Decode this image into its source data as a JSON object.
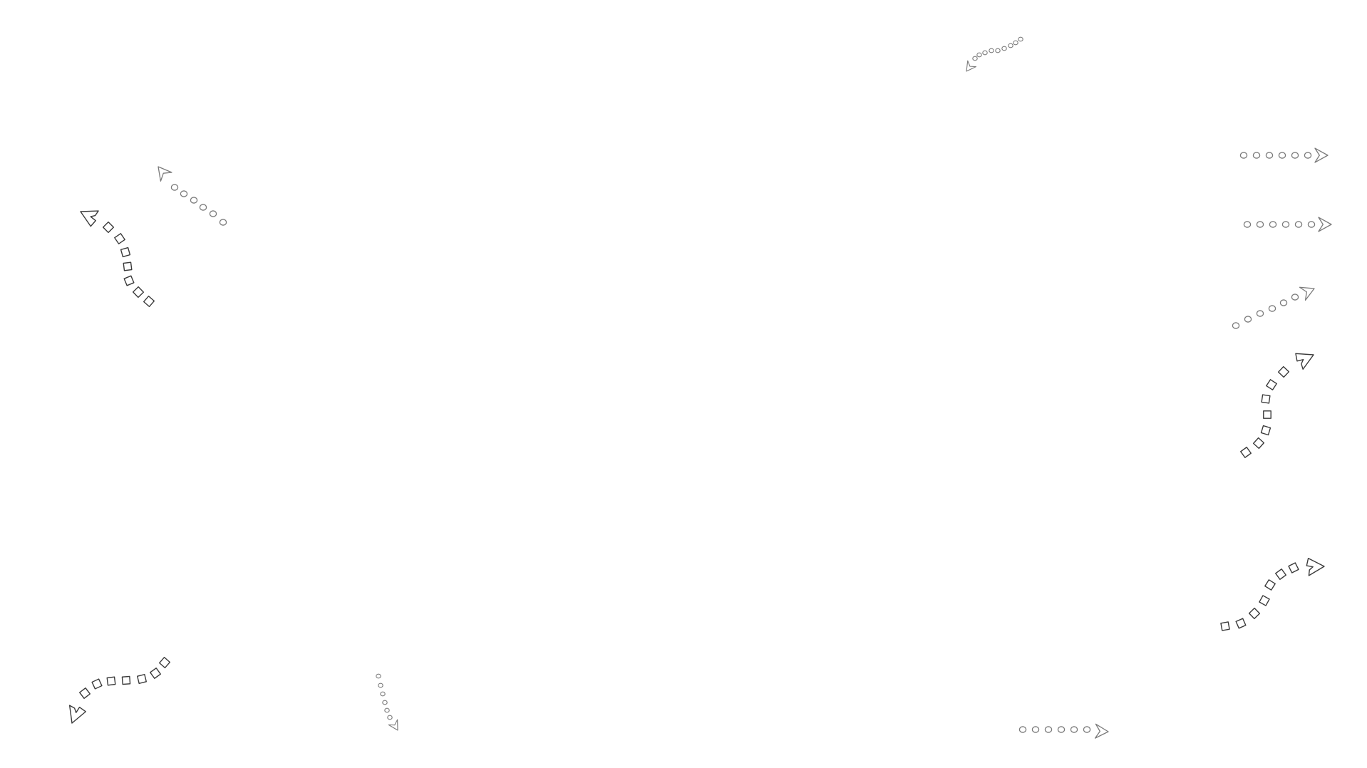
{
  "page": {
    "background": "#ffffff"
  },
  "colors": {
    "dark": "#3a3a3a",
    "gray": "#7a7a7a"
  },
  "arrows": [
    {
      "id": "top-center-right",
      "style": "circles-plain",
      "direction": "left",
      "tone": "gray",
      "size": "small"
    },
    {
      "id": "upper-left-inner",
      "style": "circles-plain",
      "direction": "up-left",
      "tone": "gray",
      "size": "medium"
    },
    {
      "id": "upper-left-outer",
      "style": "squares-notched",
      "direction": "up-left",
      "tone": "dark",
      "size": "large"
    },
    {
      "id": "right-row-1",
      "style": "circles-plain",
      "direction": "right",
      "tone": "gray",
      "size": "medium"
    },
    {
      "id": "right-row-2",
      "style": "circles-plain",
      "direction": "right",
      "tone": "gray",
      "size": "medium"
    },
    {
      "id": "right-row-3",
      "style": "circles-plain",
      "direction": "up-right",
      "tone": "gray",
      "size": "medium"
    },
    {
      "id": "right-row-4",
      "style": "squares-notched",
      "direction": "up-right",
      "tone": "dark",
      "size": "large"
    },
    {
      "id": "right-row-5",
      "style": "squares-notched",
      "direction": "up-right",
      "tone": "dark",
      "size": "large"
    },
    {
      "id": "bottom-left",
      "style": "squares-notched",
      "direction": "down-left",
      "tone": "dark",
      "size": "large"
    },
    {
      "id": "bottom-left-center",
      "style": "circles-plain",
      "direction": "down",
      "tone": "gray",
      "size": "small"
    },
    {
      "id": "bottom-center-right",
      "style": "circles-plain",
      "direction": "right",
      "tone": "gray",
      "size": "medium"
    }
  ]
}
